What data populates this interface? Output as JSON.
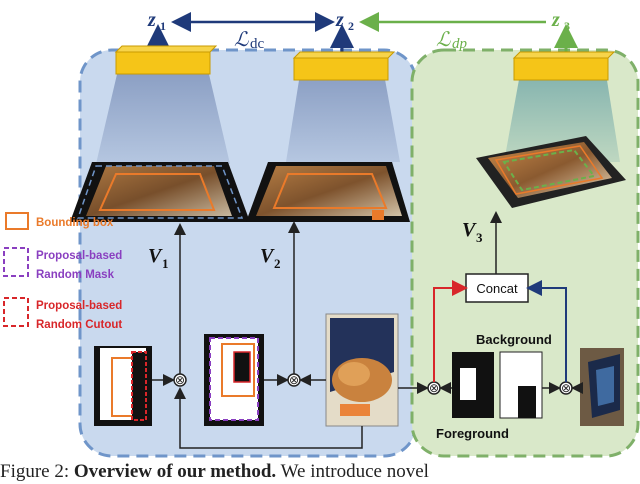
{
  "latents": {
    "z1": "z",
    "z1_sub": "1",
    "z2": "z",
    "z2_sub": "2",
    "z3": "z",
    "z3_sub": "3"
  },
  "losses": {
    "dc_main": "ℒ",
    "dc_sub": "dc",
    "dp_main": "ℒ",
    "dp_sub": "dp"
  },
  "views": {
    "v1": "V",
    "v1_sub": "1",
    "v2": "V",
    "v2_sub": "2",
    "v3": "V",
    "v3_sub": "3"
  },
  "legend": {
    "bbox": "Bounding box",
    "mask_1": "Proposal-based",
    "mask_2": "Random Mask",
    "cutout_1": "Proposal-based",
    "cutout_2": "Random Cutout"
  },
  "concat_label": "Concat",
  "background_label": "Background",
  "foreground_label": "Foreground",
  "multiply_symbol": "⊗",
  "caption": {
    "prefix": "Figure 2: ",
    "bold": "Overview of our method.",
    "rest": " We introduce novel"
  },
  "colors": {
    "blue_panel": "#c9d9ee",
    "green_panel": "#d9e8c9",
    "blue_border": "#6f95c9",
    "green_border": "#7fb069",
    "encoder_yellow": "#f5c518",
    "arrow_navy": "#1f3a7a",
    "arrow_green": "#6bb04a",
    "orange": "#ea7a2a",
    "purple": "#8a3fc0",
    "red": "#d8262a"
  }
}
